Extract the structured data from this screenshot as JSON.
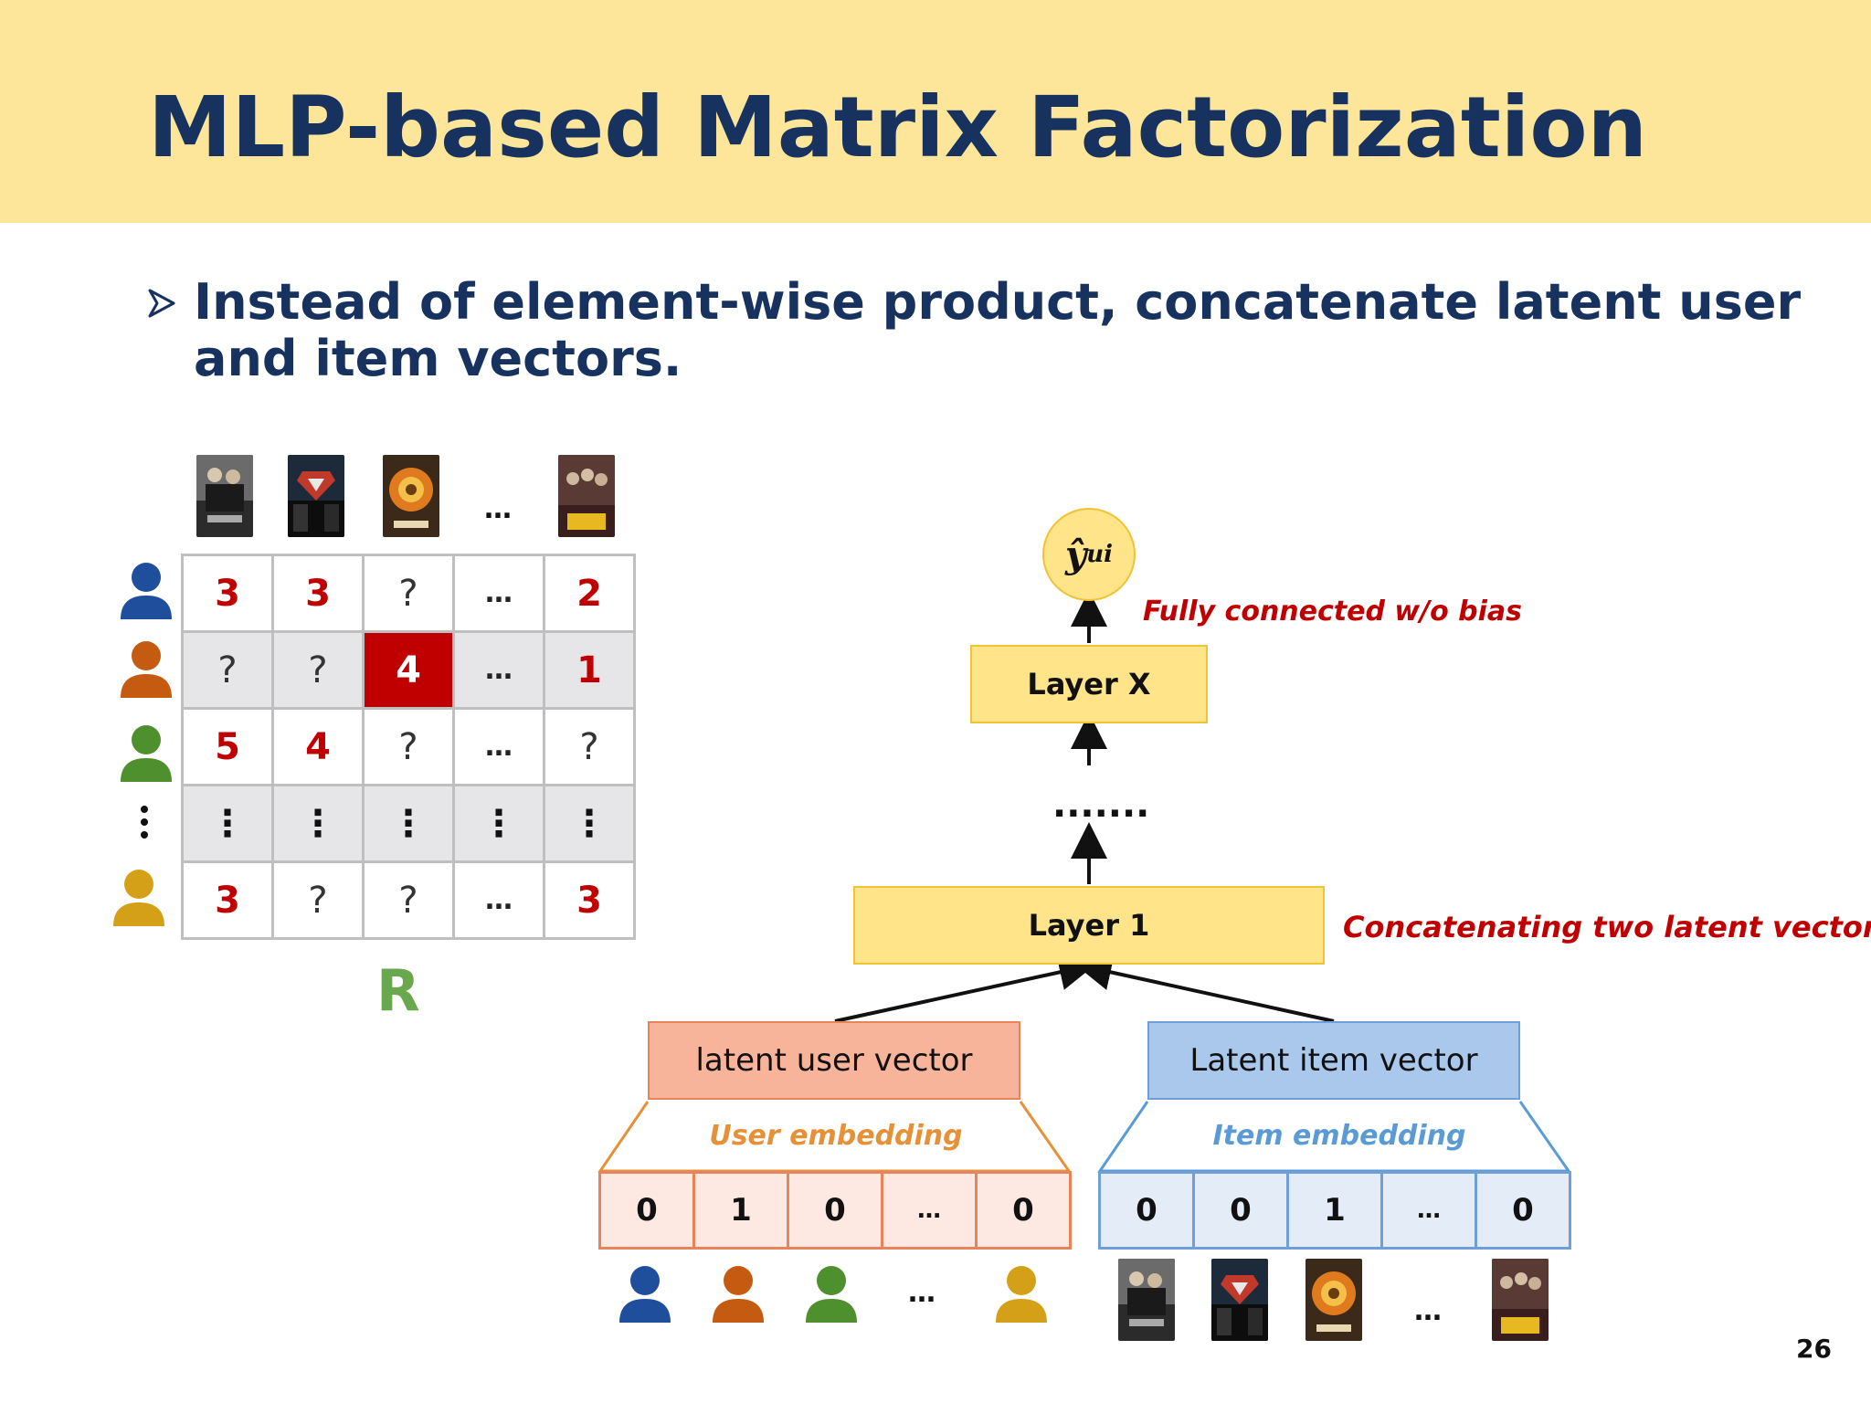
{
  "slide": {
    "title": "MLP-based Matrix Factorization",
    "bullet": [
      "Instead of element-wise product, concatenate latent user",
      "and item vectors."
    ],
    "page_number": "26"
  },
  "matrix": {
    "label": "R",
    "column_ellipsis": "…",
    "rows": [
      [
        "3",
        "3",
        "?",
        "…",
        "2"
      ],
      [
        "?",
        "?",
        "4",
        "…",
        "1"
      ],
      [
        "5",
        "4",
        "?",
        "…",
        "?"
      ],
      [
        "⋮",
        "⋮",
        "⋮",
        "⋮",
        "⋮"
      ],
      [
        "3",
        "?",
        "?",
        "…",
        "3"
      ]
    ],
    "highlight": [
      1,
      2
    ],
    "user_colors": [
      "#1f4e9c",
      "#c55a11",
      "#4e8f2e",
      "#d4a017"
    ]
  },
  "network": {
    "output": "ŷ",
    "output_sub": "ui",
    "layer_x": "Layer X",
    "dots": ".......",
    "layer_1": "Layer 1",
    "annotation_fc": "Fully connected w/o bias",
    "annotation_concat": "Concatenating two latent vectors",
    "user_vector": "latent user vector",
    "item_vector": "Latent item vector",
    "user_embedding": "User embedding",
    "item_embedding": "Item embedding",
    "user_onehot": [
      "0",
      "1",
      "0",
      "…",
      "0"
    ],
    "item_onehot": [
      "0",
      "0",
      "1",
      "…",
      "0"
    ],
    "user_ellipsis": "…",
    "item_ellipsis": "…"
  },
  "colors": {
    "header_bg": "#fde699",
    "title": "#17325f",
    "rating": "#c00000",
    "layer_fill": "#ffe48a",
    "user_vec": "#f8b49a",
    "item_vec": "#a9c8ec"
  }
}
